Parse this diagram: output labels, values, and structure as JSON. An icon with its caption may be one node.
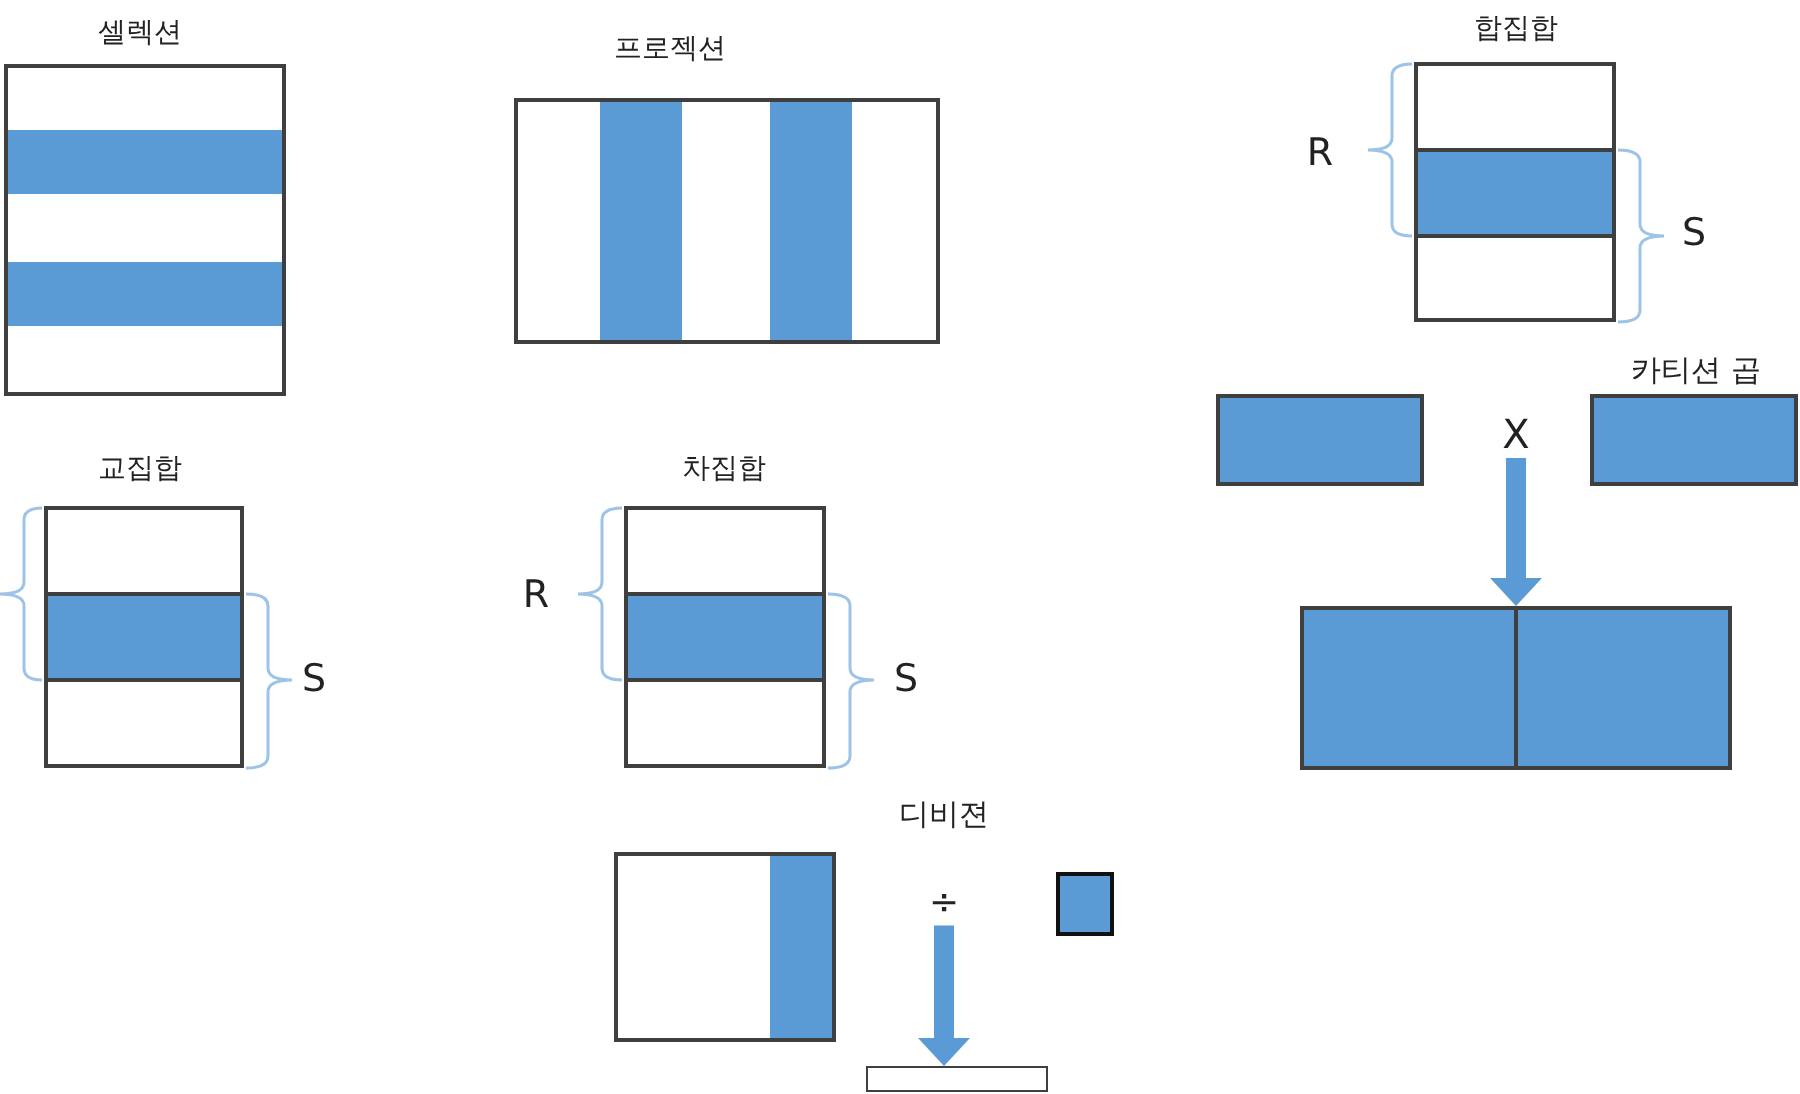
{
  "diagram": {
    "nodes": [
      {
        "text": [
          "셀렉션"
        ]
      },
      {
        "text": [
          "프로젝션"
        ]
      },
      {
        "text": [
          "합집합"
        ]
      },
      {
        "text": [],
        "shape": "box"
      },
      {
        "text": [
          "X"
        ]
      },
      {
        "text": [],
        "shape": "box"
      },
      {
        "text": [],
        "shape": "box"
      },
      {
        "text": [
          "교집합"
        ]
      },
      {
        "text": [
          "차집합"
        ]
      },
      {
        "text": [],
        "shape": "box"
      },
      {
        "text": [
          "÷"
        ]
      },
      {
        "text": [],
        "shape": "box"
      },
      {
        "text": [],
        "shape": "box"
      }
    ],
    "edges": [
      {
        "from": 4,
        "to": 6,
        "arrow": "to"
      },
      {
        "from": 10,
        "to": 12,
        "arrow": "to"
      }
    ],
    "labels": [
      "R",
      "S",
      "카티션 곱",
      "R",
      "S",
      "S",
      "디비젼"
    ]
  }
}
